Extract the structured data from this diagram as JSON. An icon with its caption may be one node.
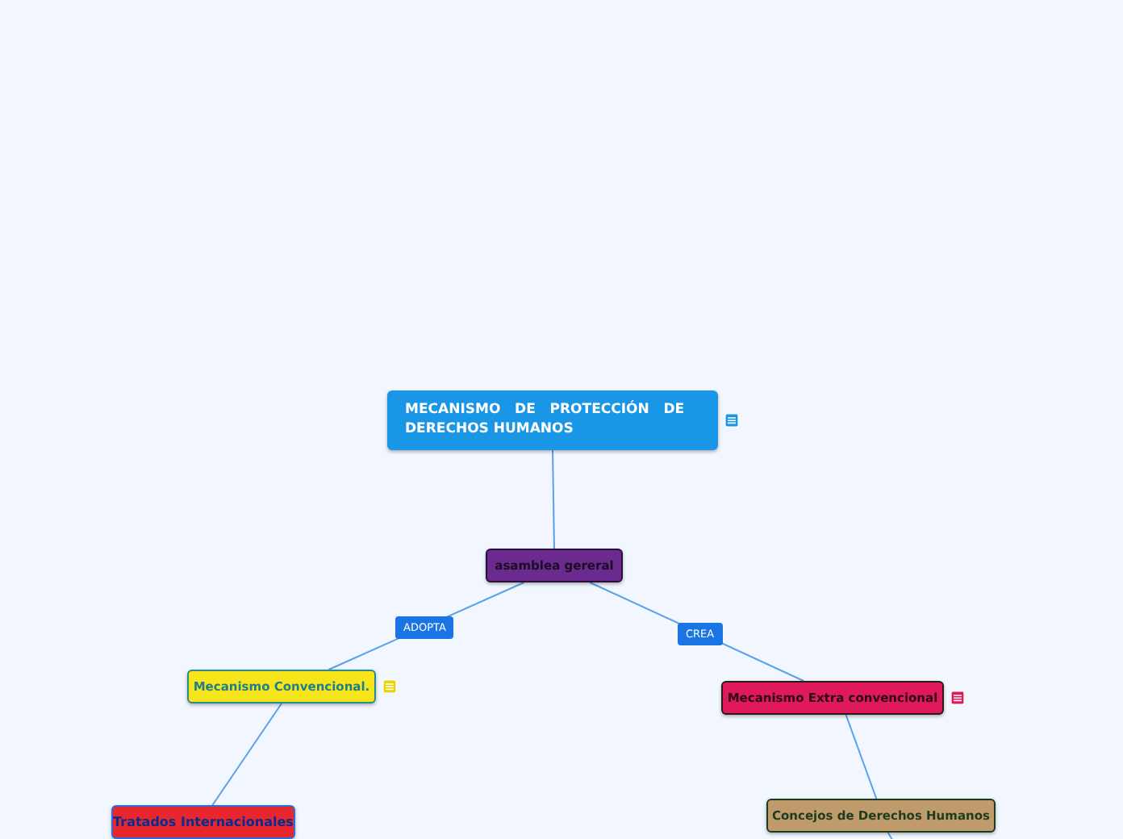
{
  "diagram": {
    "nodes": [
      {
        "text": [
          "MECANISMO   DE   PROTECCIÓN   DE   DERECHOS HUMANOS"
        ]
      },
      {
        "text": [
          "asamblea gereral"
        ]
      },
      {
        "text": [
          "Mecanismo Convencional."
        ]
      },
      {
        "text": [
          "Mecanismo Extra convencional"
        ]
      },
      {
        "text": [
          "Tratados Internacionales"
        ]
      },
      {
        "text": [
          "Concejos de Derechos Humanos"
        ]
      }
    ],
    "edges": [
      {
        "from": 0,
        "to": 1,
        "arrow": "none"
      },
      {
        "from": 1,
        "to": 2,
        "arrow": "none",
        "label": "ADOPTA"
      },
      {
        "from": 1,
        "to": 3,
        "arrow": "none",
        "label": "CREA"
      },
      {
        "from": 2,
        "to": 4,
        "arrow": "none"
      },
      {
        "from": 3,
        "to": 5,
        "arrow": "none"
      },
      {
        "from": 5,
        "to": null,
        "arrow": "none"
      }
    ]
  }
}
